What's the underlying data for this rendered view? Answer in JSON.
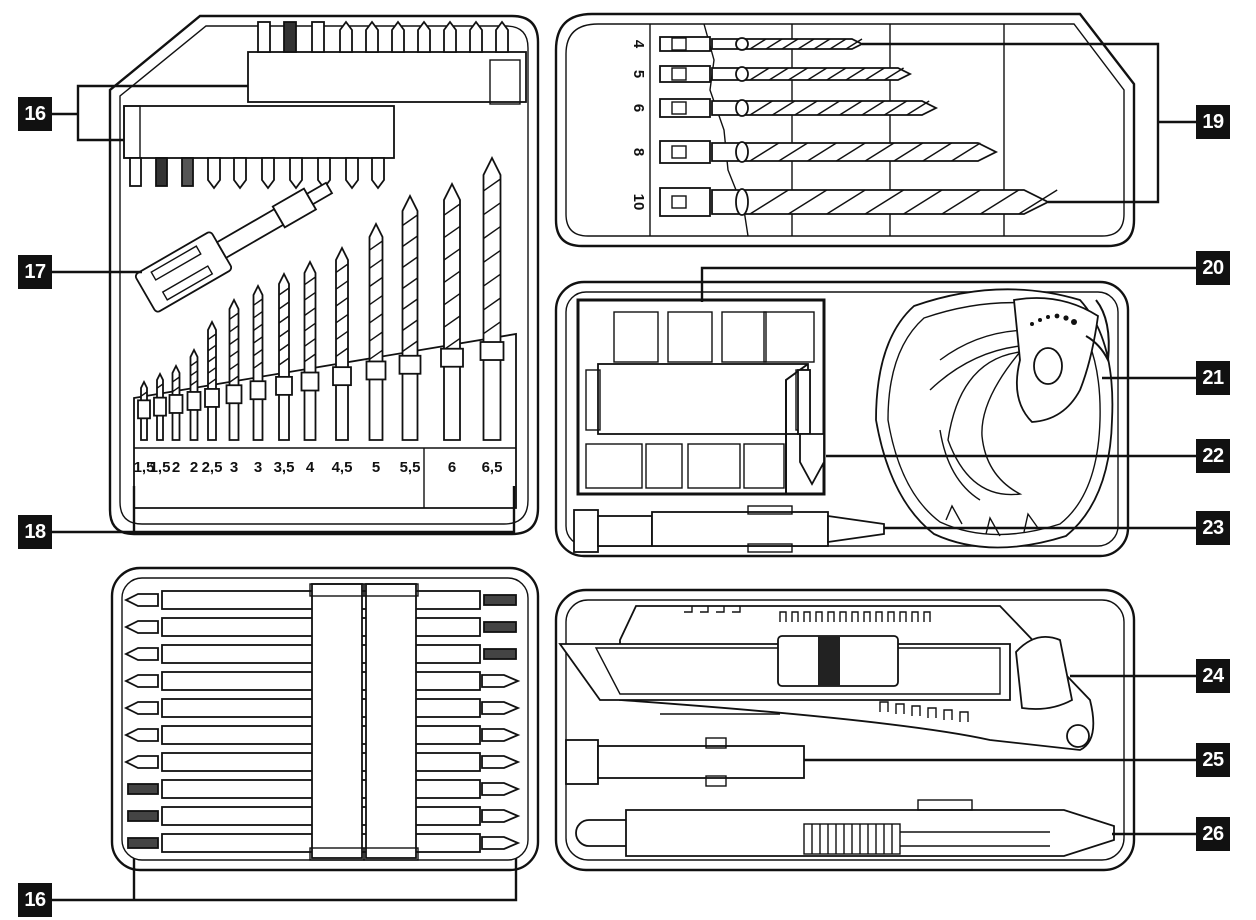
{
  "colors": {
    "ink": "#111111",
    "paper": "#ffffff",
    "fill": "#f2f2f2"
  },
  "callouts": {
    "c16_top": "16",
    "c17": "17",
    "c18": "18",
    "c19": "19",
    "c20": "20",
    "c21": "21",
    "c22": "22",
    "c23": "23",
    "c24": "24",
    "c25": "25",
    "c26": "26",
    "c16_bottom": "16"
  },
  "masonry_drill_sizes": [
    "1,5",
    "1,5",
    "2",
    "2",
    "2,5",
    "3",
    "3",
    "3,5",
    "4",
    "4,5",
    "5",
    "5,5",
    "6",
    "6,5"
  ],
  "wood_drill_sizes": [
    "4",
    "5",
    "6",
    "8",
    "10"
  ]
}
